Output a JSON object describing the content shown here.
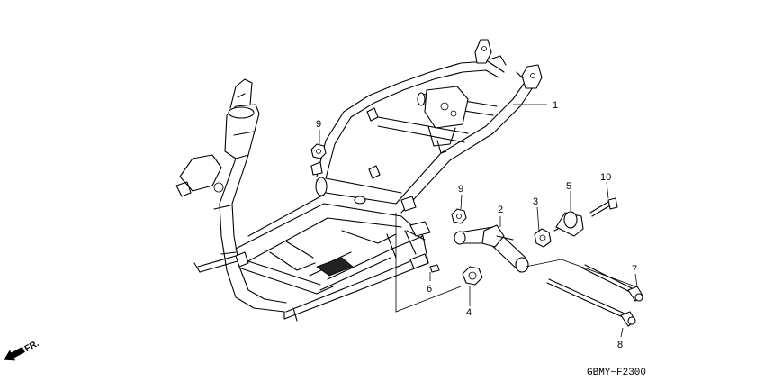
{
  "diagram_code": "GBMY−F2300",
  "direction_label": "FR.",
  "callouts": [
    {
      "id": "c1",
      "text": "1"
    },
    {
      "id": "c2",
      "text": "2"
    },
    {
      "id": "c3",
      "text": "3"
    },
    {
      "id": "c4",
      "text": "4"
    },
    {
      "id": "c5",
      "text": "5"
    },
    {
      "id": "c6",
      "text": "6"
    },
    {
      "id": "c7",
      "text": "7"
    },
    {
      "id": "c8",
      "text": "8"
    },
    {
      "id": "c9a",
      "text": "9"
    },
    {
      "id": "c9b",
      "text": "9"
    },
    {
      "id": "c10",
      "text": "10"
    }
  ]
}
